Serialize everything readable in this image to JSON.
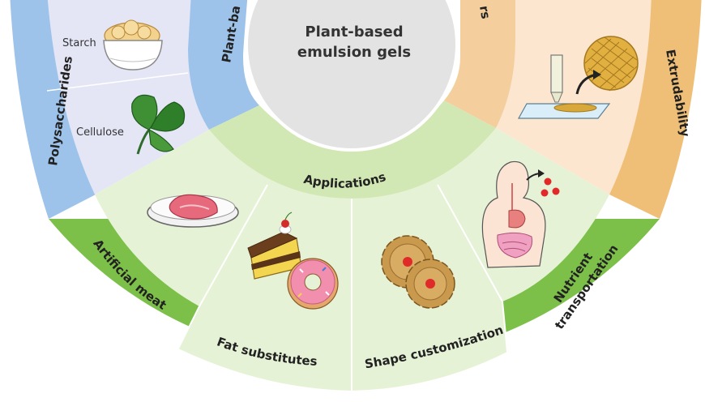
{
  "center": {
    "line1": "Plant-based",
    "line2": "emulsion gels"
  },
  "inner_labels": {
    "applications": "Applications",
    "plant_based_partial": "Plant-ba",
    "emulsifiers_partial": "rs"
  },
  "outer_labels": {
    "polysaccharides": "Polysaccharides",
    "extrudability": "Extrudability",
    "artificial_meat": "Artificial meat",
    "fat_substitutes": "Fat substitutes",
    "shape_customization": "Shape customization",
    "nutrient_line1": "Nutrient",
    "nutrient_line2": "transportation"
  },
  "item_labels": {
    "starch": "Starch",
    "cellulose": "Cellulose"
  },
  "colors": {
    "outer_green": "#7cc04a",
    "mid_green": "#e6f2d6",
    "inner_green": "#d2e8b4",
    "blue_outer": "#9dc3ea",
    "blue_panel": "#e4e6f6",
    "orange_outer": "#f0bf77",
    "orange_panel": "#fde6d0",
    "orange_inner": "#f4cf9d",
    "center_gray": "#e3e3e3"
  }
}
